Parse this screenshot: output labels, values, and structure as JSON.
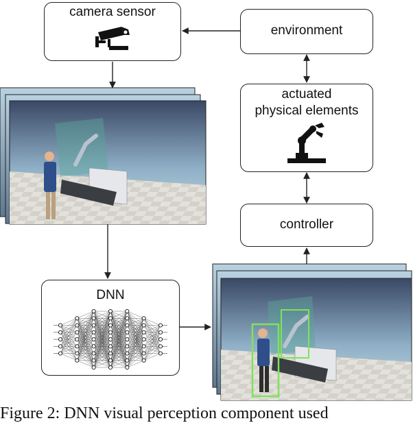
{
  "nodes": {
    "camera_sensor": {
      "label": "camera sensor",
      "icon": "security-camera-icon"
    },
    "environment": {
      "label": "environment"
    },
    "actuated": {
      "label_line1": "actuated",
      "label_line2": "physical elements",
      "icon": "robot-arm-icon"
    },
    "controller": {
      "label": "controller"
    },
    "dnn": {
      "label": "DNN",
      "icon": "neural-network-icon"
    }
  },
  "frames": {
    "input": {
      "description_icon": "scene-render-human-robot"
    },
    "output": {
      "description_icon": "scene-render-with-detections",
      "bbox_color": "#7fe35a"
    }
  },
  "caption": "Figure 2: DNN visual perception component used",
  "colors": {
    "stroke": "#222222",
    "sky_top": "#a8c9dc",
    "sky_bottom": "#2a3550",
    "bbox": "#7fe35a"
  }
}
